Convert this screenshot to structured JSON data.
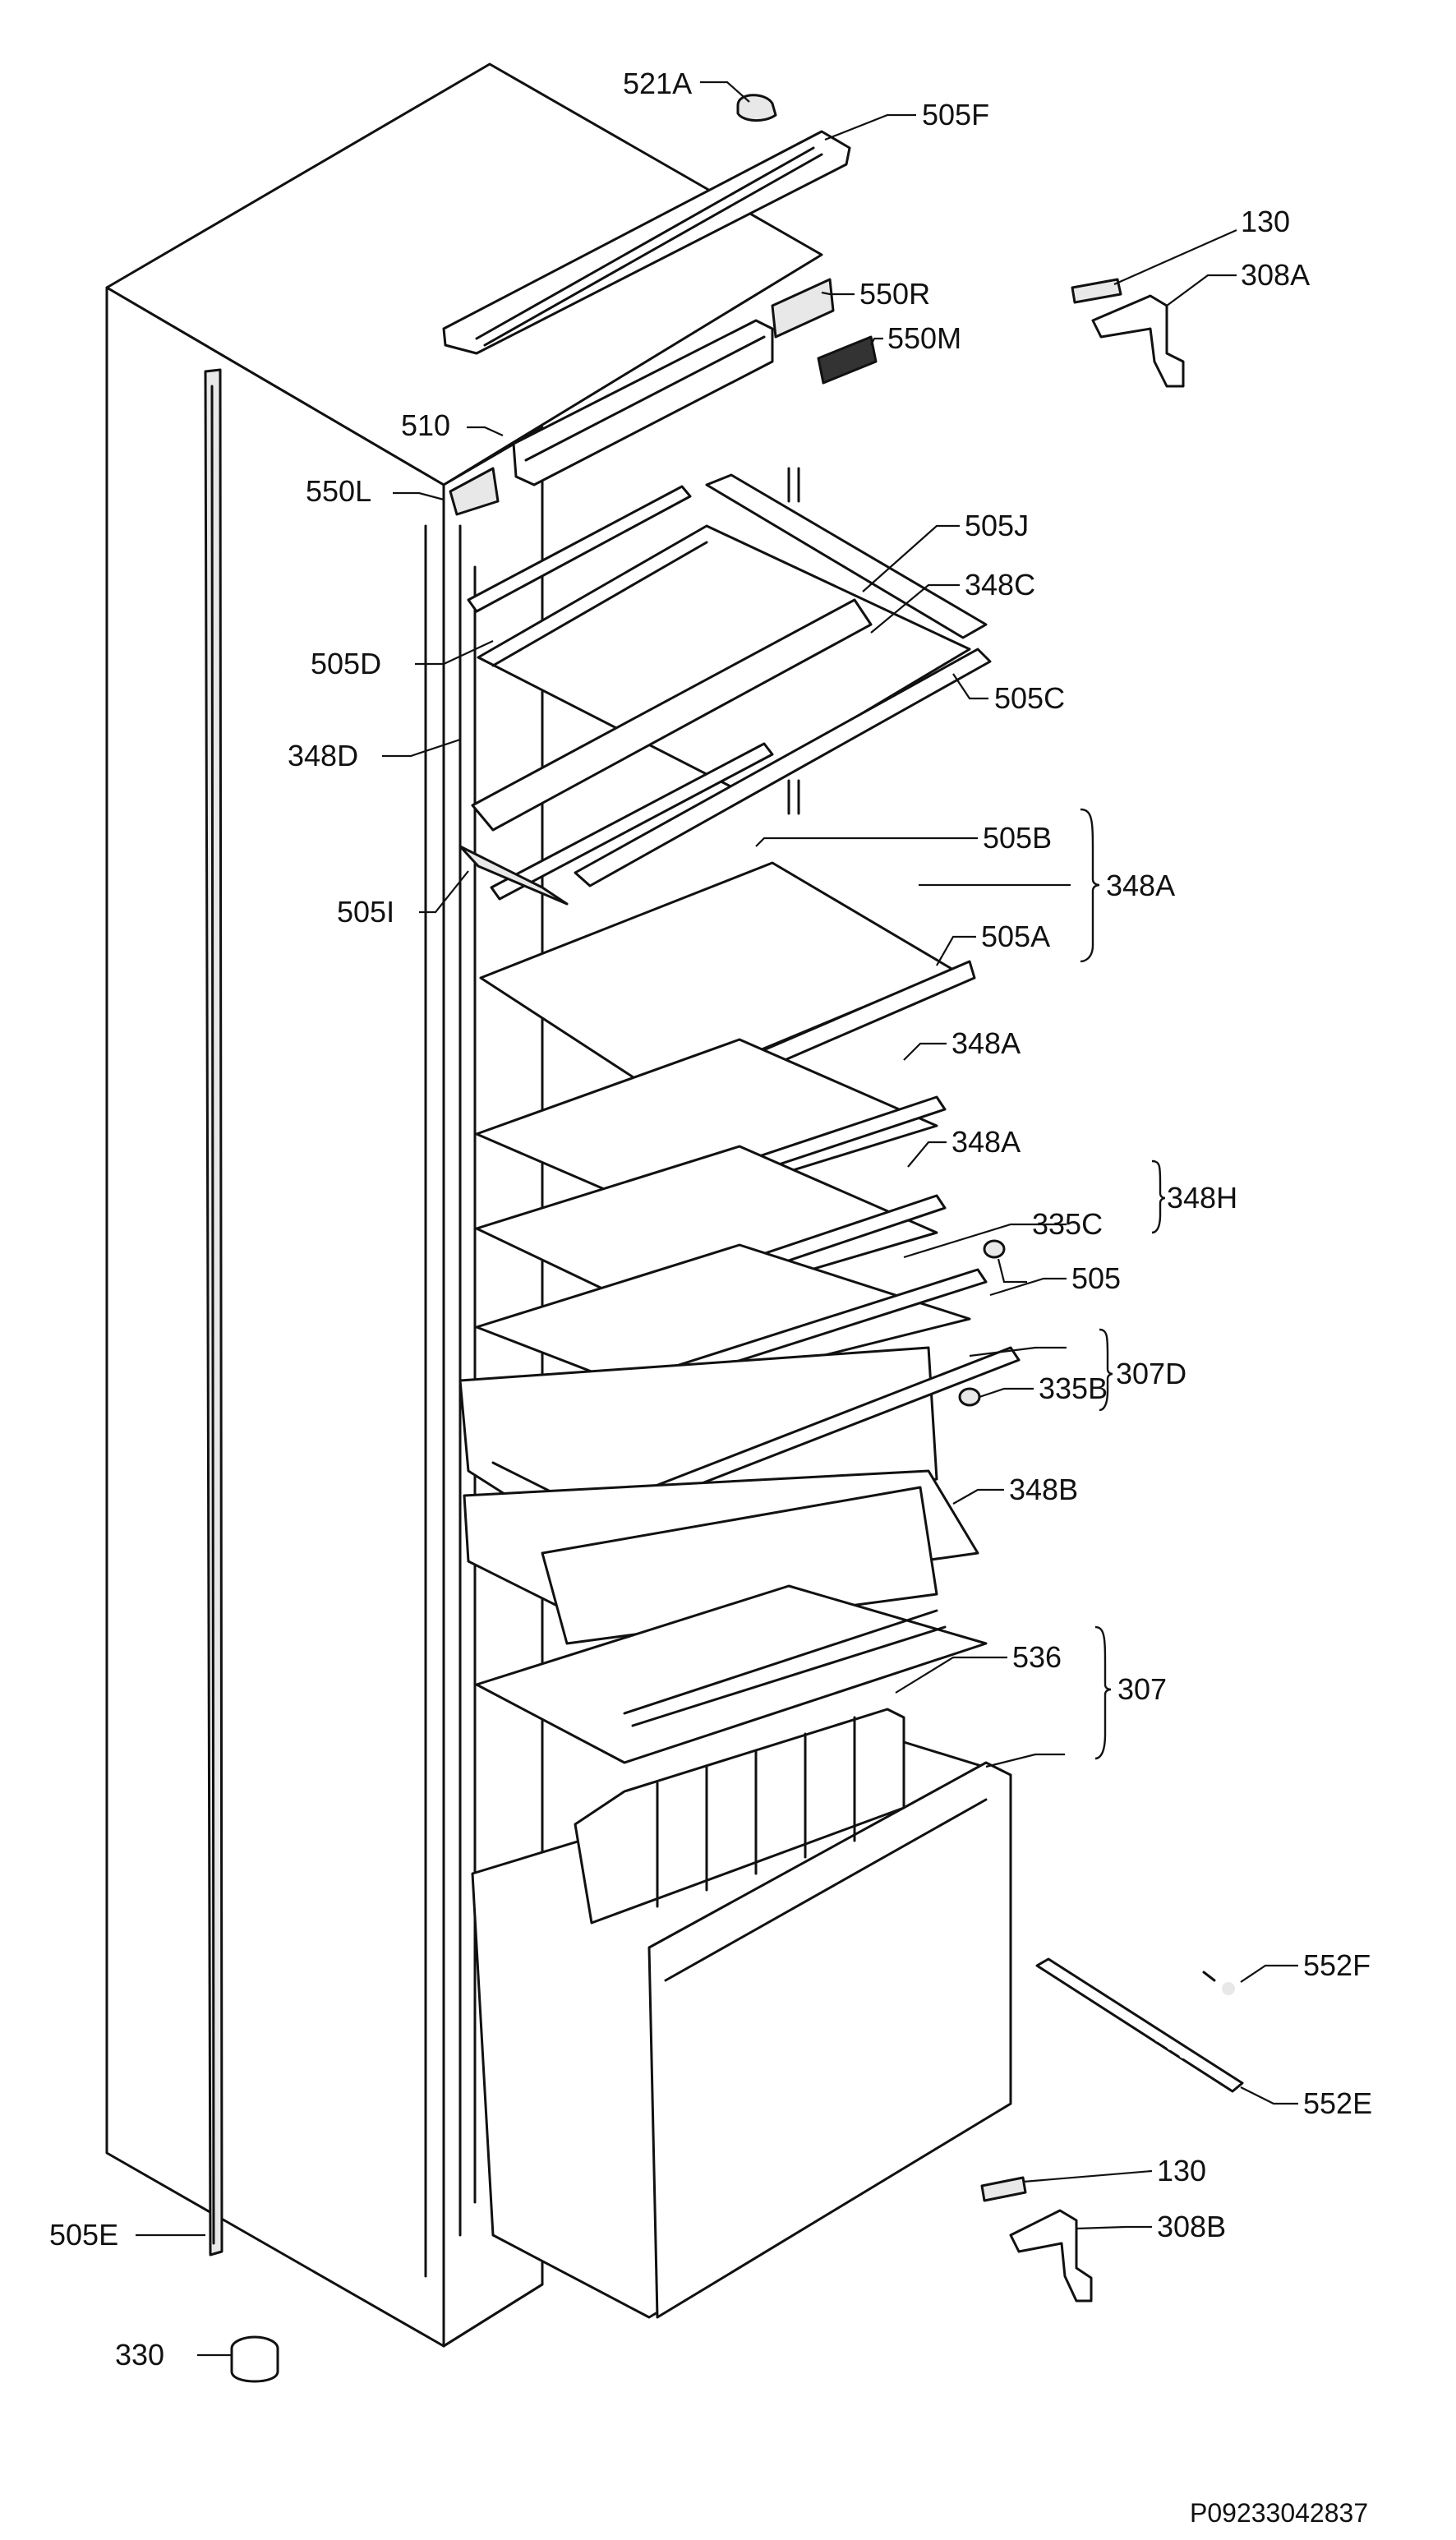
{
  "diagram": {
    "callouts": {
      "c521A": "521A",
      "c505F": "505F",
      "c130_top": "130",
      "c308A": "308A",
      "c550R": "550R",
      "c550M": "550M",
      "c510": "510",
      "c550L": "550L",
      "c505J": "505J",
      "c348C": "348C",
      "c505D": "505D",
      "c505C": "505C",
      "c348D": "348D",
      "c505B": "505B",
      "c348A_group": "348A",
      "c505I": "505I",
      "c505A": "505A",
      "c348A_1": "348A",
      "c348A_2": "348A",
      "c335C": "335C",
      "c348H": "348H",
      "c505": "505",
      "c335B": "335B",
      "c307D": "307D",
      "c348B": "348B",
      "c536": "536",
      "c307": "307",
      "c552F": "552F",
      "c552E": "552E",
      "c505E": "505E",
      "c130_bottom": "130",
      "c308B": "308B",
      "c330": "330"
    },
    "drawing_code": "P09233042837"
  }
}
